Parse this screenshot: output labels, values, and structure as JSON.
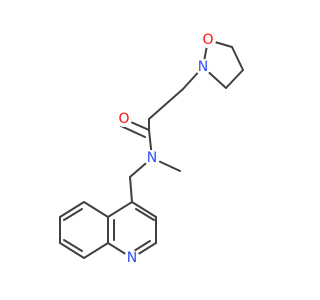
{
  "molecule": {
    "atoms": {
      "O_ring": {
        "symbol": "O",
        "color": "#ff0d0d"
      },
      "N_ring": {
        "symbol": "N",
        "color": "#3050f8"
      },
      "O_carbonyl": {
        "symbol": "O",
        "color": "#ff0d0d"
      },
      "N_amide": {
        "symbol": "N",
        "color": "#3050f8"
      },
      "N_quinoline": {
        "symbol": "N",
        "color": "#3050f8"
      }
    },
    "bond_color": "#404040"
  }
}
